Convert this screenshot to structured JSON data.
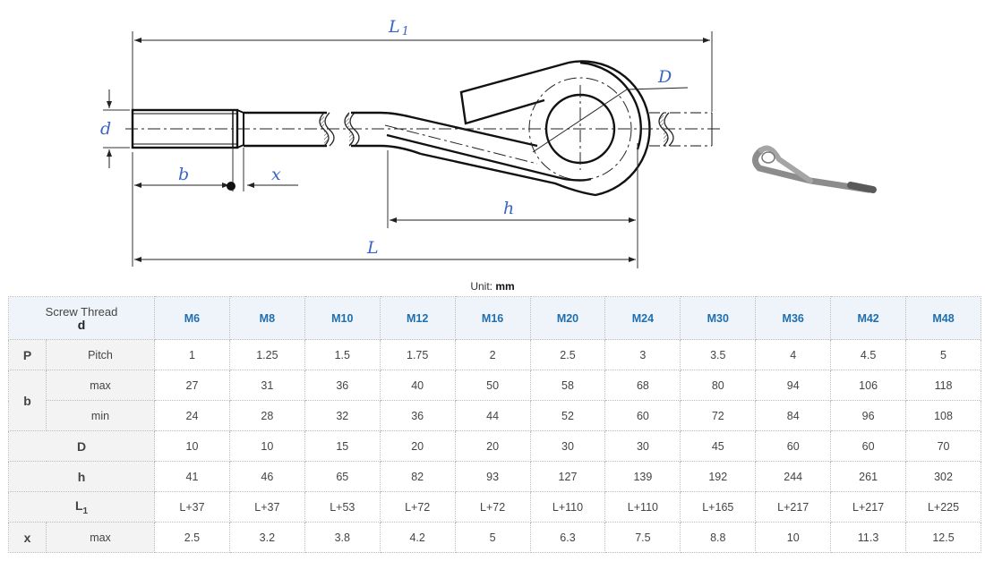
{
  "drawing": {
    "labels": {
      "L1": "L",
      "L1_sub": "1",
      "d": "d",
      "b": "b",
      "x": "x",
      "D": "D",
      "h": "h",
      "L": "L"
    }
  },
  "unit": {
    "prefix": "Unit:",
    "value": "mm"
  },
  "table": {
    "header_corner": {
      "line1": "Screw Thread",
      "line2": "d"
    },
    "threads": [
      "M6",
      "M8",
      "M10",
      "M12",
      "M16",
      "M20",
      "M24",
      "M30",
      "M36",
      "M42",
      "M48"
    ],
    "rows": {
      "pitch": {
        "symbol": "P",
        "label": "Pitch",
        "values": [
          "1",
          "1.25",
          "1.5",
          "1.75",
          "2",
          "2.5",
          "3",
          "3.5",
          "4",
          "4.5",
          "5"
        ]
      },
      "b_max": {
        "symbol": "b",
        "label": "max",
        "values": [
          "27",
          "31",
          "36",
          "40",
          "50",
          "58",
          "68",
          "80",
          "94",
          "106",
          "118"
        ]
      },
      "b_min": {
        "label": "min",
        "values": [
          "24",
          "28",
          "32",
          "36",
          "44",
          "52",
          "60",
          "72",
          "84",
          "96",
          "108"
        ]
      },
      "D": {
        "symbol": "D",
        "values": [
          "10",
          "10",
          "15",
          "20",
          "20",
          "30",
          "30",
          "45",
          "60",
          "60",
          "70"
        ]
      },
      "h": {
        "symbol": "h",
        "values": [
          "41",
          "46",
          "65",
          "82",
          "93",
          "127",
          "139",
          "192",
          "244",
          "261",
          "302"
        ]
      },
      "L1": {
        "symbol": "L",
        "symbol_sub": "1",
        "values": [
          "L+37",
          "L+37",
          "L+53",
          "L+72",
          "L+72",
          "L+110",
          "L+110",
          "L+165",
          "L+217",
          "L+217",
          "L+225"
        ]
      },
      "x_max": {
        "symbol": "x",
        "label": "max",
        "values": [
          "2.5",
          "3.2",
          "3.8",
          "4.2",
          "5",
          "6.3",
          "7.5",
          "8.8",
          "10",
          "11.3",
          "12.5"
        ]
      }
    }
  }
}
